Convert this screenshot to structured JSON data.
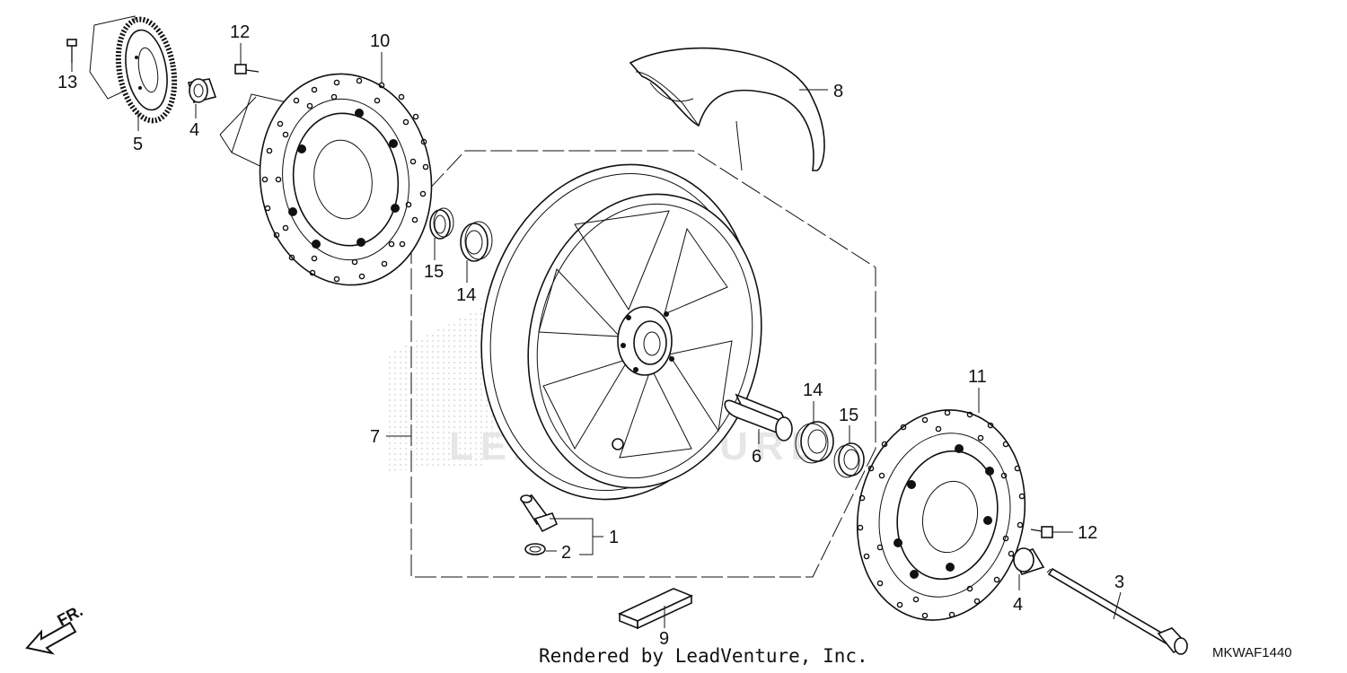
{
  "diagram": {
    "drawing_code": "MKWAF1440",
    "credit": "Rendered by LeadVenture, Inc.",
    "watermark": "LEADVENTURE",
    "direction_label": "FR.",
    "callouts": {
      "c1": "1",
      "c2": "2",
      "c3": "3",
      "c4a": "4",
      "c4b": "4",
      "c5": "5",
      "c6": "6",
      "c7": "7",
      "c8": "8",
      "c9": "9",
      "c10": "10",
      "c11": "11",
      "c12a": "12",
      "c12b": "12",
      "c13": "13",
      "c14a": "14",
      "c14b": "14",
      "c15a": "15",
      "c15b": "15"
    }
  }
}
